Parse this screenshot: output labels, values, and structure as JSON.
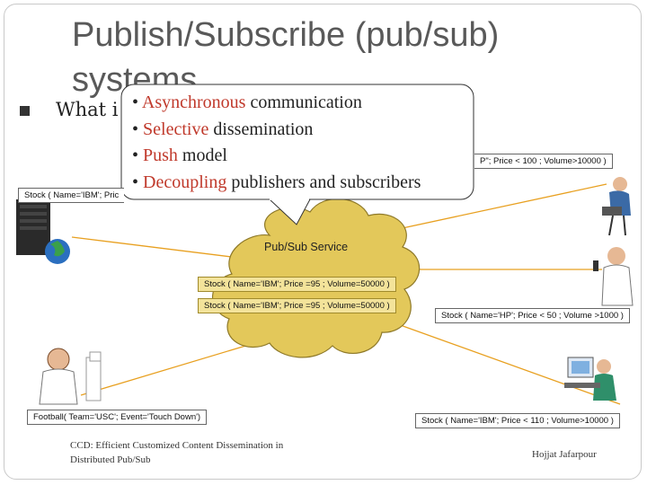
{
  "slide": {
    "title": "Publish/Subscribe (pub/sub) systems",
    "bullet": "What i",
    "callout": {
      "items": [
        {
          "highlight": "Asynchronous",
          "rest": " communication"
        },
        {
          "highlight": "Selective",
          "rest": " dissemination"
        },
        {
          "highlight": "Push",
          "rest": " model"
        },
        {
          "highlight": "Decoupling",
          "rest": " publishers and subscribers"
        }
      ]
    },
    "service_label": "Pub/Sub Service",
    "messages": {
      "top_right_sub": "P\"; Price < 100 ; Volume>10000 )",
      "left_pub": "Stock ( Name='IBM'; Pric",
      "cloud_msg_1": "Stock ( Name='IBM'; Price =95 ; Volume=50000 )",
      "cloud_msg_2": "Stock ( Name='IBM'; Price =95 ; Volume=50000 )",
      "right_mid_sub": "Stock ( Name='HP'; Price < 50 ; Volume >1000 )",
      "bottom_left_sub": "Football( Team='USC'; Event='Touch Down')",
      "bottom_right_sub": "Stock ( Name='IBM'; Price < 110 ; Volume>10000 )"
    },
    "footer": {
      "citation_line1": "CCD: Efficient Customized Content Dissemination in",
      "citation_line2": "Distributed Pub/Sub",
      "author": "Hojjat Jafarpour"
    },
    "colors": {
      "cloud_fill": "#e3c85a",
      "cloud_stroke": "#8f7a2a",
      "highlight": "#c0392b",
      "connector": "#e8a020"
    }
  }
}
